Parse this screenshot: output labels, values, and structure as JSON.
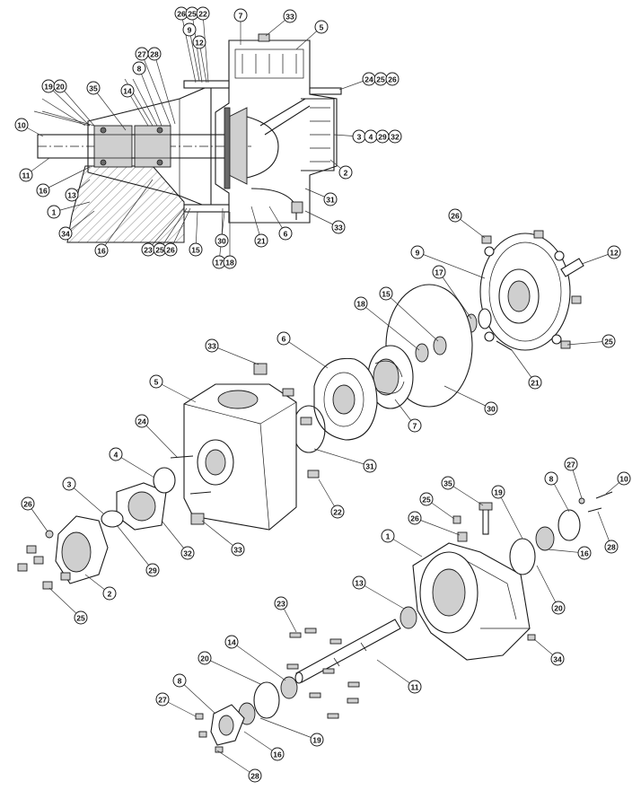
{
  "diagram": {
    "section_view": {
      "callouts": [
        "26",
        "25",
        "22",
        "7",
        "33",
        "5",
        "9",
        "12",
        "27",
        "28",
        "8",
        "19",
        "20",
        "35",
        "14",
        "24",
        "25",
        "26",
        "10",
        "3",
        "4",
        "29",
        "32",
        "11",
        "2",
        "16",
        "13",
        "31",
        "1",
        "33",
        "34",
        "16",
        "23",
        "25",
        "26",
        "15",
        "30",
        "21",
        "6",
        "17",
        "18"
      ]
    },
    "exploded_view": {
      "callouts": [
        "26",
        "12",
        "9",
        "15",
        "18",
        "17",
        "25",
        "21",
        "6",
        "33",
        "7",
        "30",
        "5",
        "31",
        "24",
        "4",
        "22",
        "3",
        "32",
        "26",
        "29",
        "33",
        "2",
        "25",
        "35",
        "8",
        "27",
        "10",
        "19",
        "25",
        "26",
        "28",
        "1",
        "16",
        "20",
        "13",
        "34",
        "23",
        "14",
        "11",
        "20",
        "8",
        "19",
        "27",
        "16",
        "28"
      ]
    }
  }
}
